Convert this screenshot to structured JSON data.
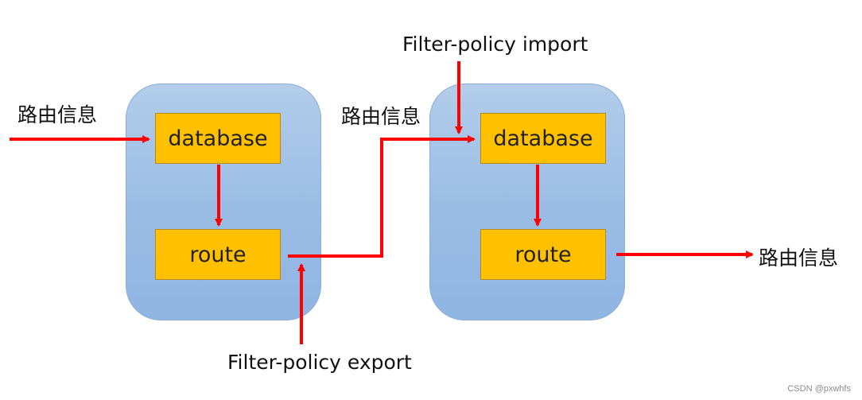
{
  "routers": [
    {
      "db_label": "database",
      "route_label": "route"
    },
    {
      "db_label": "database",
      "route_label": "route"
    }
  ],
  "labels": {
    "in_left": "路由信息",
    "in_middle": "路由信息",
    "out_right": "路由信息",
    "import_policy": "Filter-policy import",
    "export_policy": "Filter-policy export"
  },
  "colors": {
    "arrow": "#ff0000",
    "router_fill": "#9dbfe6",
    "box_fill": "#ffc000"
  },
  "watermark": "CSDN @pxwhfs"
}
